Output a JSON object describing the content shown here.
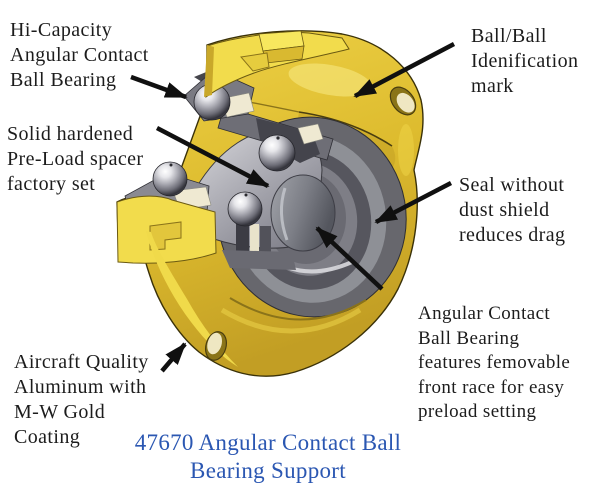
{
  "page": {
    "width": "600",
    "height": "503",
    "background": "#ffffff"
  },
  "figure": {
    "title": "Cutaway illustration of an angular contact ball bearing support",
    "colors": {
      "housing_gold": "#DDBB2E",
      "housing_gold_bright": "#F2DC4C",
      "housing_gold_dark": "#A8871C",
      "steel_gray": "#8E9096",
      "steel_dark": "#56565E",
      "cage_cream": "#EFE9D2",
      "ball_chrome_light": "#F2F2F5",
      "ball_chrome_dark": "#32323A",
      "arrow_black": "#101010",
      "callout_text": "#1c1c1c",
      "caption_blue": "#2B57B2"
    },
    "parts": {
      "balls_visible": "4",
      "flange_holes_visible": "2"
    }
  },
  "callouts": [
    {
      "id": "hi-capacity-bearing",
      "lines": [
        "Hi-Capacity",
        "Angular Contact",
        "Ball Bearing"
      ]
    },
    {
      "id": "preload-spacer",
      "lines": [
        "Solid hardened",
        "Pre-Load spacer",
        "factory set"
      ]
    },
    {
      "id": "ball-identification-mark",
      "lines": [
        "Ball/Ball",
        "Idenification",
        "mark"
      ]
    },
    {
      "id": "seal-no-dust-shield",
      "lines": [
        "Seal without",
        "dust shield",
        "reduces drag"
      ]
    },
    {
      "id": "removable-front-race",
      "lines": [
        "Angular Contact",
        "Ball Bearing",
        "features femovable",
        "front race for easy",
        "preload setting"
      ]
    },
    {
      "id": "gold-coated-aluminum",
      "lines": [
        "Aircraft Quality",
        "Aluminum with",
        "M-W Gold",
        "Coating"
      ]
    }
  ],
  "caption": {
    "lines": [
      "47670 Angular Contact Ball",
      "Bearing Support"
    ]
  }
}
